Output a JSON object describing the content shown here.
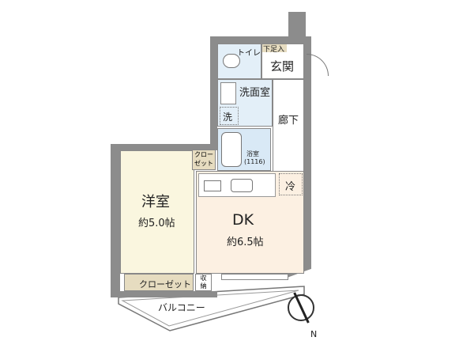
{
  "rooms": {
    "toilet": "トイレ",
    "entrance": "玄関",
    "shoe_box": "下足入",
    "washroom": "洗面室",
    "washer": "洗",
    "corridor": "廊下",
    "bathroom": "浴室",
    "bathroom_size": "(1116)",
    "closet_small": [
      "クロー",
      "ゼット"
    ],
    "western_room": "洋室",
    "western_room_size": "約5.0帖",
    "dk": "DK",
    "dk_size": "約6.5帖",
    "fridge": "冷",
    "closet": "クローゼット",
    "storage": [
      "収",
      "納"
    ],
    "balcony": "バルコニー"
  },
  "compass": {
    "label": "N"
  },
  "colors": {
    "wall": "#8c8c8c",
    "western": "#faf6df",
    "dk": "#fcf0e2",
    "wet": "#e3eff8",
    "closet": "#e6dcc0"
  }
}
